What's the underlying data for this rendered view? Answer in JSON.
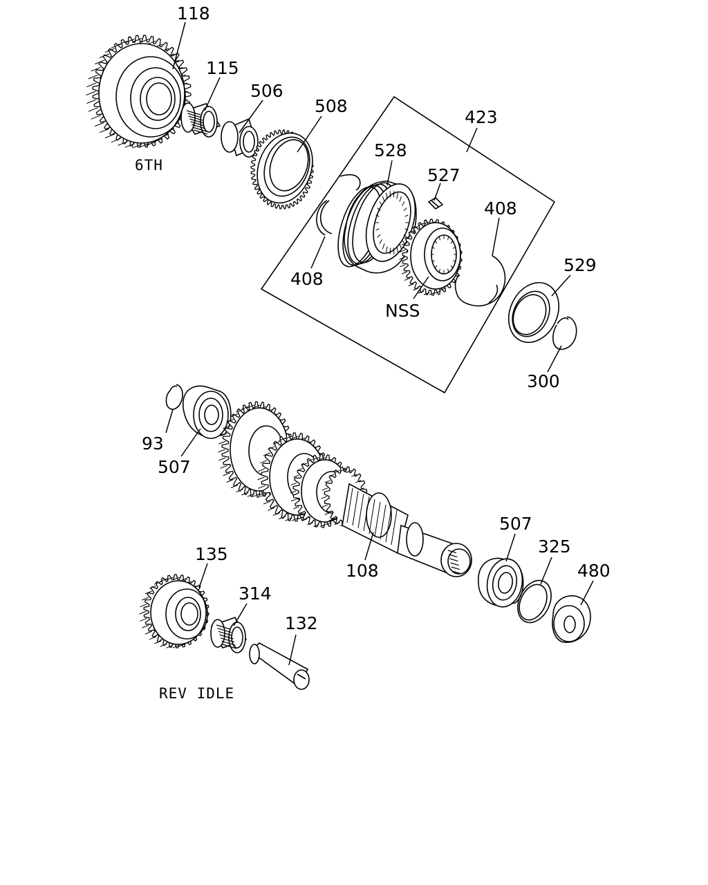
{
  "labels": {
    "p118": "118",
    "p115": "115",
    "p506": "506",
    "p508": "508",
    "p423": "423",
    "p528": "528",
    "p527": "527",
    "p408a": "408",
    "p408b": "408",
    "p529": "529",
    "p300": "300",
    "nss": "NSS",
    "p93": "93",
    "p507a": "507",
    "p108": "108",
    "p507b": "507",
    "p325": "325",
    "p480": "480",
    "p135": "135",
    "p314": "314",
    "p132": "132"
  },
  "captions": {
    "sixth": "6TH",
    "rev_idle": "REV IDLE"
  }
}
